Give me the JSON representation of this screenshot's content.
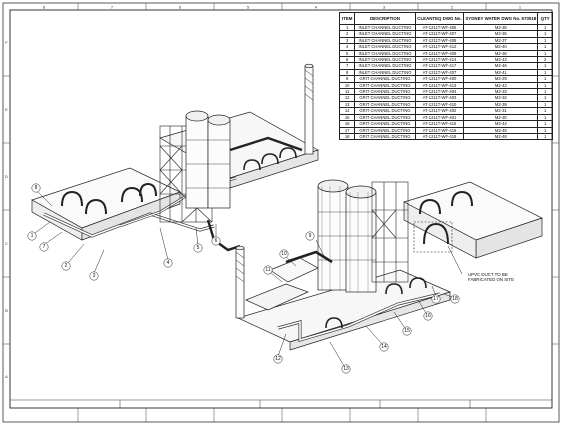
{
  "bom": {
    "headers": [
      "ITEM",
      "DESCRIPTION",
      "CLEANTEQ DWG No.",
      "SYDNEY WATER DWG No. 570018",
      "QTY"
    ],
    "rows": [
      [
        "1",
        "INLET CHANNEL DUCTING",
        "AT-1211T-WF-405",
        "M2-35",
        "1"
      ],
      [
        "2",
        "INLET CHANNEL DUCTING",
        "AT-1211T-WF-407",
        "M2-36",
        "1"
      ],
      [
        "3",
        "INLET CHANNEL DUCTING",
        "AT-1211T-WF-408",
        "M2-37",
        "1"
      ],
      [
        "4",
        "INLET CHANNEL DUCTING",
        "AT-1211T-WF-412",
        "M2-40",
        "1"
      ],
      [
        "5",
        "INLET CHANNEL DUCTING",
        "AT-1211T-WF-409",
        "M2-38",
        "1"
      ],
      [
        "6",
        "INLET CHANNEL DUCTING",
        "AT-1211T-WF-414",
        "M2-43",
        "2"
      ],
      [
        "7",
        "INLET CHANNEL DUCTING",
        "AT-1211T-WF-417",
        "M2-46",
        "1"
      ],
      [
        "8",
        "INLET CHANNEL DUCTING",
        "AT-1211T-WF-407",
        "M2-41",
        "1"
      ],
      [
        "9",
        "GRIT CHANNEL DUCTING",
        "AT-1211T-WF-400",
        "M2-29",
        "1"
      ],
      [
        "10",
        "GRIT CHANNEL DUCTING",
        "AT-1211T-WF-413",
        "M2-42",
        "1"
      ],
      [
        "11",
        "GRIT CHANNEL DUCTING",
        "AT-1211T-WF-404",
        "M2-33",
        "1"
      ],
      [
        "12",
        "GRIT CHANNEL DUCTING",
        "AT-1211T-WF-403",
        "M2-32",
        "1"
      ],
      [
        "13",
        "GRIT CHANNEL DUCTING",
        "AT-1211T-WF-410",
        "M2-39",
        "1"
      ],
      [
        "14",
        "GRIT CHANNEL DUCTING",
        "AT-1211T-WF-402",
        "M2-31",
        "1"
      ],
      [
        "15",
        "GRIT CHANNEL DUCTING",
        "AT-1211T-WF-401",
        "M2-30",
        "1"
      ],
      [
        "16",
        "GRIT CHANNEL DUCTING",
        "AT-1211T-WF-415",
        "M2-44",
        "1"
      ],
      [
        "17",
        "GRIT CHANNEL DUCTING",
        "AT-1211T-WF-416",
        "M2-45",
        "1"
      ],
      [
        "18",
        "GRIT CHANNEL DUCTING",
        "AT-1211T-WF-418",
        "M2-48",
        "1"
      ]
    ]
  },
  "note": "UPVC DUCT TO BE FABRICATED ON SITE",
  "callouts_left": [
    "8",
    "1",
    "7",
    "2",
    "3",
    "4",
    "5",
    "6"
  ],
  "callouts_right": [
    "9",
    "10",
    "11",
    "12",
    "13",
    "14",
    "15",
    "16",
    "17",
    "18"
  ],
  "border_zones_top": [
    "8",
    "7",
    "6",
    "5",
    "4",
    "3",
    "2",
    "1"
  ],
  "border_zones_side": [
    "F",
    "E",
    "D",
    "C",
    "B",
    "A"
  ]
}
